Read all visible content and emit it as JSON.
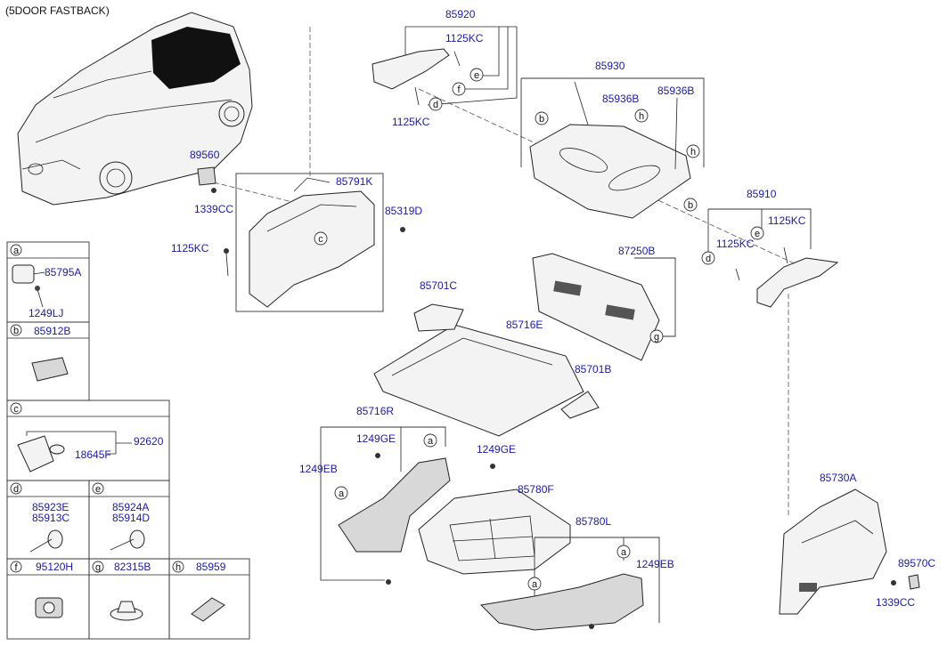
{
  "title": "(5DOOR FASTBACK)",
  "parts": {
    "p85920": "85920",
    "p1125KC_a": "1125KC",
    "p1125KC_b": "1125KC",
    "p85930": "85930",
    "p85936B_a": "85936B",
    "p85936B_b": "85936B",
    "p89560": "89560",
    "p85791K": "85791K",
    "p85319D": "85319D",
    "p1339CC_a": "1339CC",
    "p1125KC_c": "1125KC",
    "p85910": "85910",
    "p1125KC_d": "1125KC",
    "p1125KC_e": "1125KC",
    "p87250B": "87250B",
    "p85701C": "85701C",
    "p85716E": "85716E",
    "p85701B": "85701B",
    "p85716R": "85716R",
    "p1249GE_a": "1249GE",
    "p1249GE_b": "1249GE",
    "p1249EB_a": "1249EB",
    "p85780F": "85780F",
    "p85780L": "85780L",
    "p1249EB_b": "1249EB",
    "p85730A": "85730A",
    "p89570C": "89570C",
    "p1339CC_b": "1339CC"
  },
  "legend": {
    "a": {
      "letter": "a",
      "parts": [
        "85795A",
        "1249LJ"
      ]
    },
    "b": {
      "letter": "b",
      "parts": [
        "85912B"
      ]
    },
    "c": {
      "letter": "c",
      "parts": [
        "92620",
        "18645F"
      ]
    },
    "d": {
      "letter": "d",
      "parts": [
        "85923E",
        "85913C"
      ]
    },
    "e": {
      "letter": "e",
      "parts": [
        "85924A",
        "85914D"
      ]
    },
    "f": {
      "letter": "f",
      "parts": [
        "95120H"
      ]
    },
    "g": {
      "letter": "g",
      "parts": [
        "82315B"
      ]
    },
    "h": {
      "letter": "h",
      "parts": [
        "85959"
      ]
    }
  },
  "callouts": {
    "c": "c",
    "d": "d",
    "e": "e",
    "f": "f",
    "b": "b",
    "h": "h",
    "g": "g",
    "a": "a"
  }
}
